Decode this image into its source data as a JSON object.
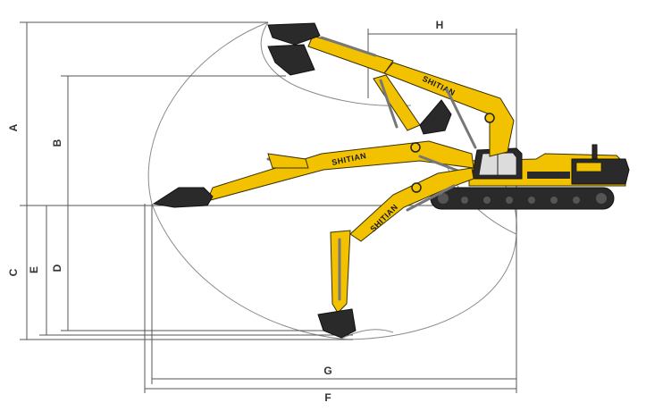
{
  "diagram": {
    "dimension_labels": {
      "A": "A",
      "B": "B",
      "C": "C",
      "D": "D",
      "E": "E",
      "F": "F",
      "G": "G",
      "H": "H"
    },
    "boom_brand": "SHITIAN",
    "colors": {
      "machine_yellow": "#f2c200",
      "machine_dark": "#2a2a2a",
      "dimension_line": "#555555",
      "envelope_line": "#8a8a8a"
    }
  }
}
